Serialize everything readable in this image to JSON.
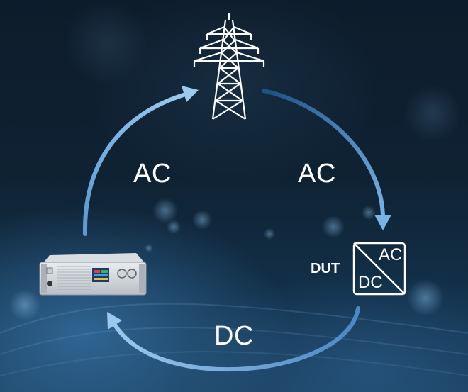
{
  "labels": {
    "ac_left": "AC",
    "ac_right": "AC",
    "dc_bottom": "DC",
    "dut": "DUT",
    "dut_box_ac": "AC",
    "dut_box_dc": "DC"
  },
  "colors": {
    "arrow_light": "#8ec0ea",
    "arrow_dark": "#1f5a96",
    "text": "#ffffff"
  },
  "icons": [
    "power-pylon-icon",
    "dut-converter-icon",
    "power-supply-device-icon"
  ]
}
